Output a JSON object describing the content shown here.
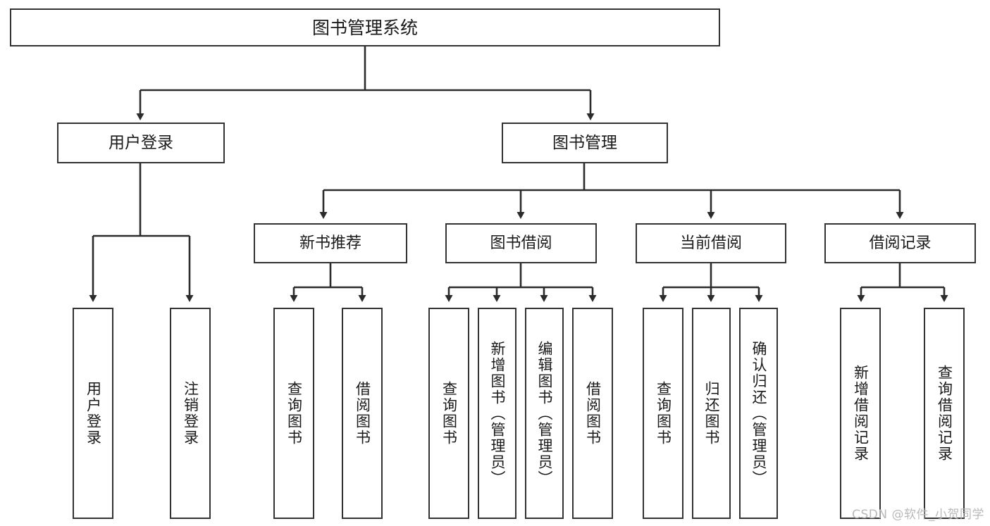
{
  "diagram": {
    "title": "图书管理系统",
    "type": "tree",
    "orientation": "top-down",
    "colors": {
      "background": "#ffffff",
      "border": "#333333",
      "text": "#1a1a1a",
      "connector": "#2b2b2b",
      "watermark": "#b9b9b9"
    }
  },
  "root": {
    "label": "图书管理系统"
  },
  "level2": [
    {
      "label": "用户登录"
    },
    {
      "label": "图书管理"
    }
  ],
  "level3": [
    {
      "label": "新书推荐"
    },
    {
      "label": "图书借阅"
    },
    {
      "label": "当前借阅"
    },
    {
      "label": "借阅记录"
    }
  ],
  "leaves": [
    {
      "label": "用户登录",
      "parent": "用户登录"
    },
    {
      "label": "注销登录",
      "parent": "用户登录"
    },
    {
      "label": "查询图书",
      "parent": "新书推荐"
    },
    {
      "label": "借阅图书",
      "parent": "新书推荐"
    },
    {
      "label": "查询图书",
      "parent": "图书借阅"
    },
    {
      "label": "新增图书（管理员）",
      "parent": "图书借阅"
    },
    {
      "label": "编辑图书（管理员）",
      "parent": "图书借阅"
    },
    {
      "label": "借阅图书",
      "parent": "图书借阅"
    },
    {
      "label": "查询图书",
      "parent": "当前借阅"
    },
    {
      "label": "归还图书",
      "parent": "当前借阅"
    },
    {
      "label": "确认归还（管理员）",
      "parent": "当前借阅"
    },
    {
      "label": "新增借阅记录",
      "parent": "借阅记录"
    },
    {
      "label": "查询借阅记录",
      "parent": "借阅记录"
    }
  ],
  "watermark": {
    "text": "CSDN @软件_小贺同学"
  }
}
